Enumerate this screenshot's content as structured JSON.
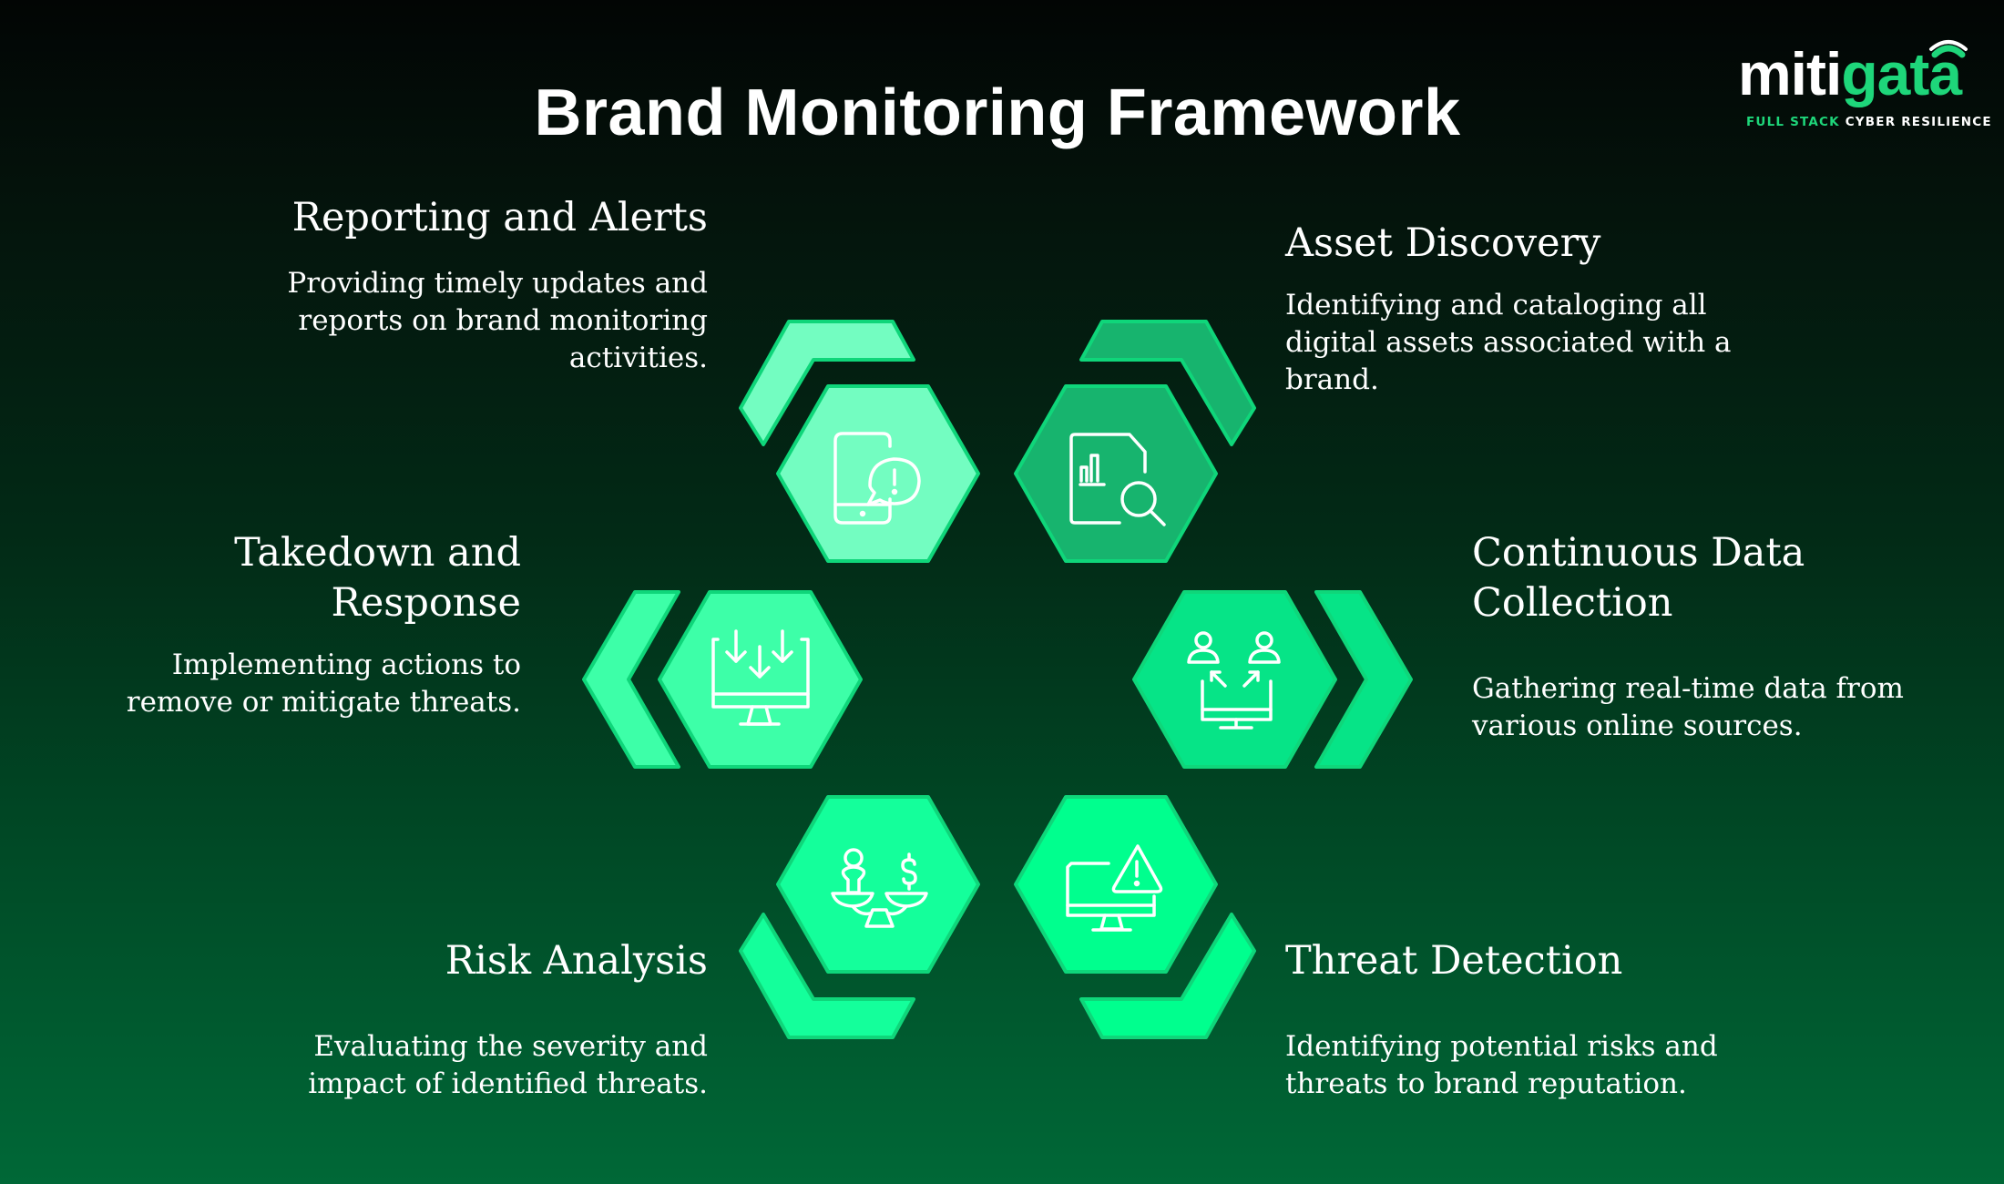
{
  "title": "Brand Monitoring Framework",
  "logo": {
    "word_white": "miti",
    "word_green": "gata",
    "tagline_green": "FULL STACK",
    "tagline_white": "CYBER RESILIENCE",
    "colors": {
      "green": "#1ed67a",
      "white": "#ffffff"
    }
  },
  "colors": {
    "background_top": "#020504",
    "background_bottom": "#006837",
    "hex_stroke": "#0fd67a"
  },
  "stages": [
    {
      "id": "reporting-and-alerts",
      "heading": "Reporting and Alerts",
      "description_lines": [
        "Providing timely updates and",
        "reports on brand monitoring",
        "activities."
      ],
      "icon": "mobile-alert-icon",
      "fill": "#73fdc1"
    },
    {
      "id": "asset-discovery",
      "heading": "Asset Discovery",
      "description_lines": [
        "Identifying and cataloging all",
        "digital assets associated with a",
        "brand."
      ],
      "icon": "document-search-icon",
      "fill": "#17b46e"
    },
    {
      "id": "continuous-data-collection",
      "heading_lines": [
        "Continuous Data",
        "Collection"
      ],
      "description_lines": [
        "Gathering real-time data from",
        "various online sources."
      ],
      "icon": "users-monitor-icon",
      "fill": "#06e487"
    },
    {
      "id": "threat-detection",
      "heading": "Threat Detection",
      "description_lines": [
        "Identifying potential risks and",
        "threats to brand reputation."
      ],
      "icon": "monitor-warning-icon",
      "fill": "#00ff8e"
    },
    {
      "id": "risk-analysis",
      "heading": "Risk Analysis",
      "description_lines": [
        "Evaluating the severity and",
        "impact of identified threats."
      ],
      "icon": "balance-scale-icon",
      "fill": "#14ff9b"
    },
    {
      "id": "takedown-and-response",
      "heading_lines": [
        "Takedown and",
        "Response"
      ],
      "description_lines": [
        "Implementing actions to",
        "remove or mitigate threats."
      ],
      "icon": "monitor-download-icon",
      "fill": "#3dffa8"
    }
  ]
}
